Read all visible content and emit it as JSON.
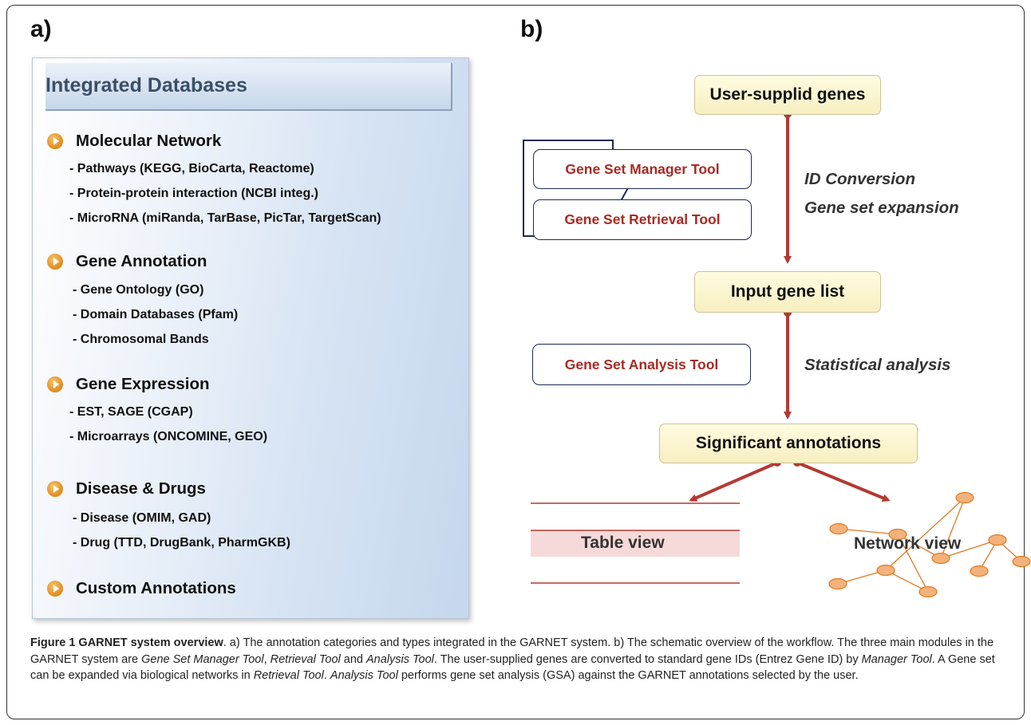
{
  "panel_a": {
    "label": "a)",
    "title": "Integrated Databases",
    "categories": [
      {
        "name": "Molecular Network",
        "items": [
          "- Pathways (KEGG, BioCarta, Reactome)",
          "- Protein-protein interaction (NCBI integ.)",
          "- MicroRNA  (miRanda, TarBase, PicTar, TargetScan)"
        ]
      },
      {
        "name": "Gene Annotation",
        "items": [
          "- Gene Ontology (GO)",
          "- Domain Databases (Pfam)",
          "- Chromosomal Bands"
        ]
      },
      {
        "name": "Gene Expression",
        "items": [
          "- EST, SAGE (CGAP)",
          "- Microarrays (ONCOMINE, GEO)"
        ]
      },
      {
        "name": "Disease & Drugs",
        "items": [
          "- Disease (OMIM, GAD)",
          "- Drug (TTD, DrugBank, PharmGKB)"
        ]
      },
      {
        "name": "Custom Annotations",
        "items": []
      }
    ]
  },
  "panel_b": {
    "label": "b)",
    "boxes": {
      "user_genes": "User-supplid genes",
      "input_list": "Input gene list",
      "significant": "Significant annotations"
    },
    "tools": {
      "manager": "Gene Set Manager Tool",
      "retrieval": "Gene Set Retrieval Tool",
      "analysis": "Gene Set Analysis Tool"
    },
    "labels": {
      "id_conversion": "ID Conversion",
      "expansion": "Gene set expansion",
      "statistical": "Statistical analysis",
      "table_view": "Table view",
      "network_view": "Network view"
    },
    "colors": {
      "arrow": "#b23a33",
      "node_fill": "#f3b27a",
      "node_edge": "#e07a22",
      "tool_text": "#a82a23",
      "tool_border": "#1f2a55"
    }
  },
  "caption": {
    "lead": "Figure 1 GARNET system overview",
    "t1": ". a) The annotation categories and types integrated in the GARNET system. b) The schematic overview of the workflow. The three main modules in the GARNET system are ",
    "i1": "Gene Set Manager Tool",
    "t2": ", ",
    "i2": "Retrieval Tool",
    "t3": " and ",
    "i3": "Analysis Tool",
    "t4": ". The user-supplied genes are converted to standard gene IDs (Entrez Gene ID) by ",
    "i4": "Manager Tool",
    "t5": ". A Gene set can be expanded via biological networks in ",
    "i5": "Retrieval Tool",
    "t6": ". ",
    "i6": "Analysis Tool",
    "t7": " performs gene set analysis (GSA) against the GARNET annotations selected by the user."
  }
}
